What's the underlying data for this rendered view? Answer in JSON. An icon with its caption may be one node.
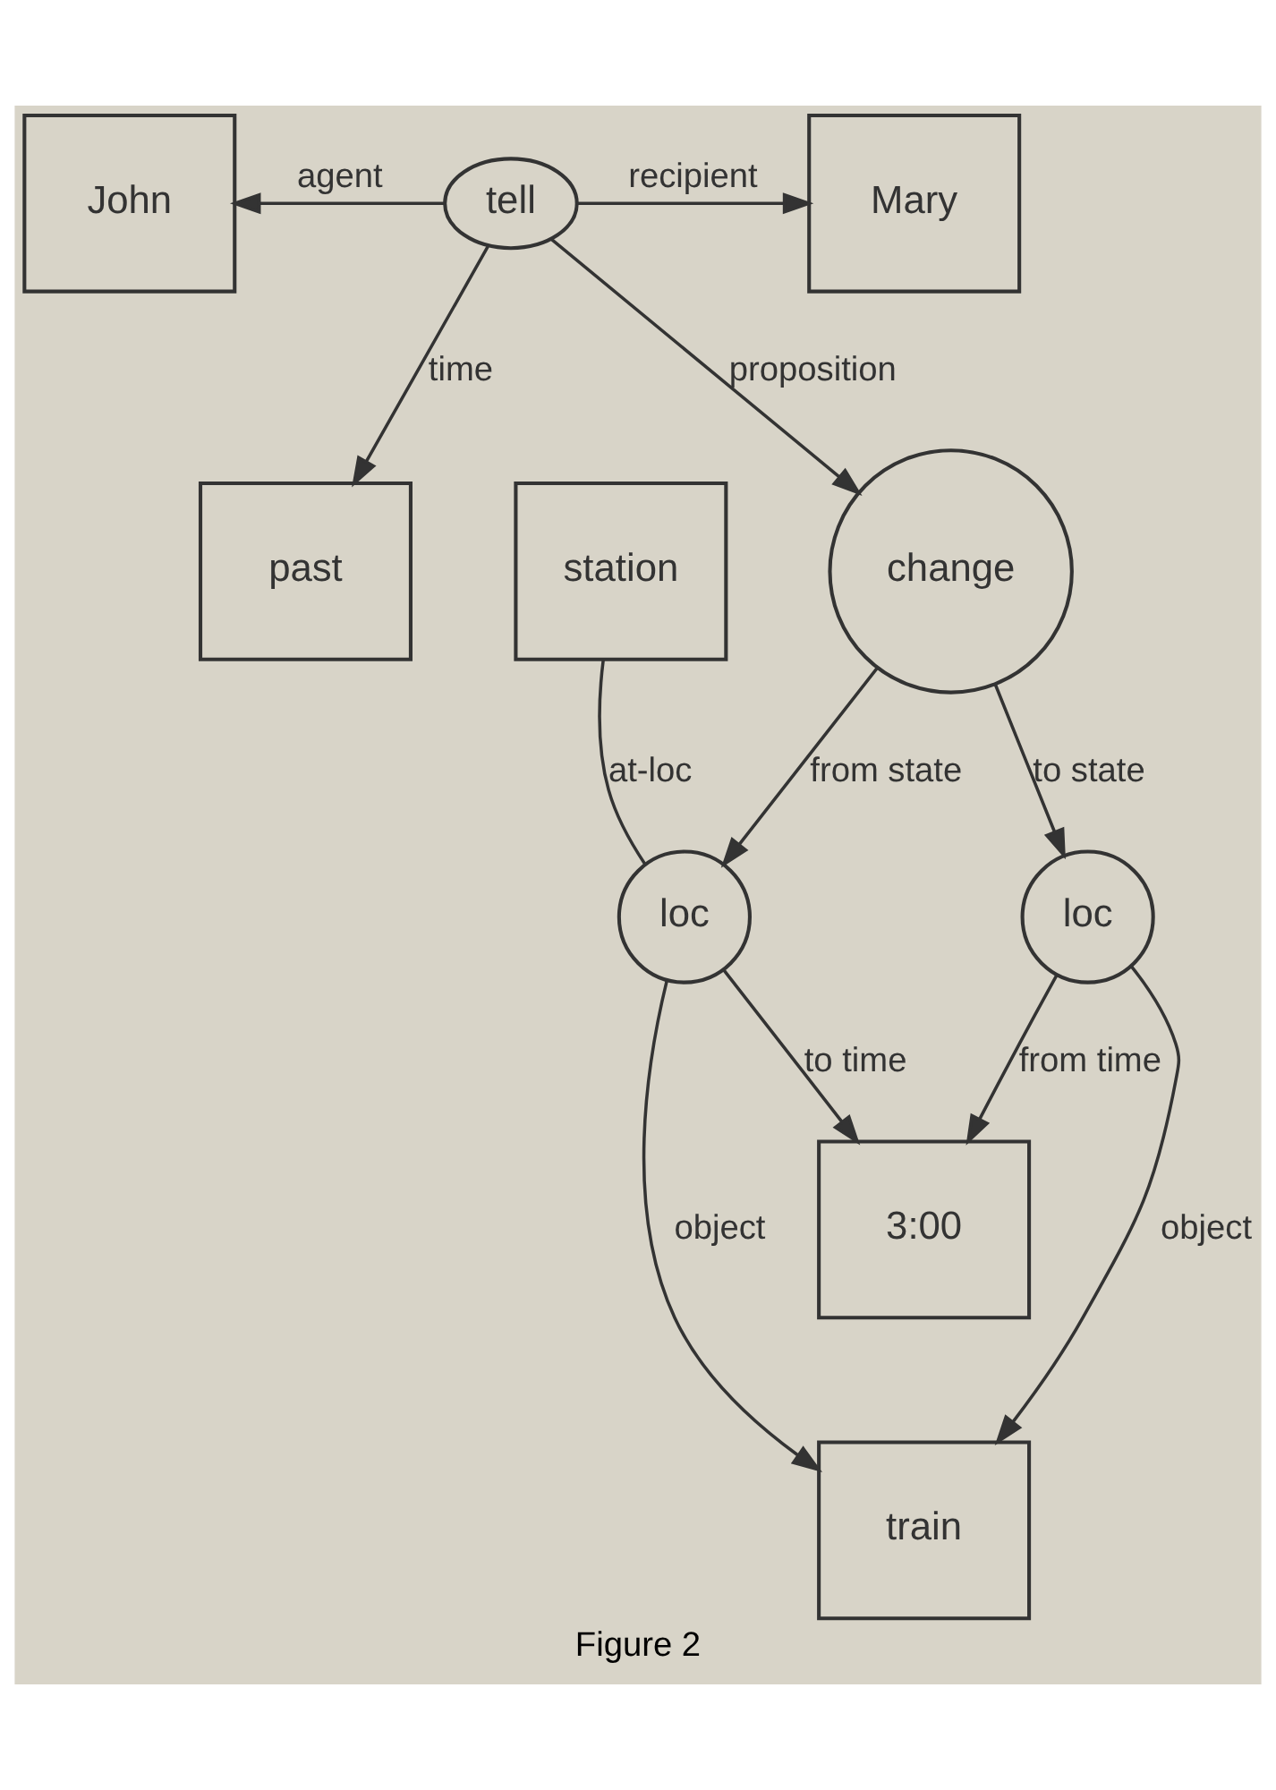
{
  "diagram": {
    "caption": "Figure 2",
    "nodes": [
      {
        "text": [
          "John"
        ]
      },
      {
        "text": [
          "tell"
        ]
      },
      {
        "text": [
          "Mary"
        ]
      },
      {
        "text": [
          "past"
        ]
      },
      {
        "text": [
          "station"
        ]
      },
      {
        "text": [
          "change"
        ]
      },
      {
        "text": [
          "loc"
        ]
      },
      {
        "text": [
          "loc"
        ]
      },
      {
        "text": [
          "3:00"
        ]
      },
      {
        "text": [
          "train"
        ]
      }
    ],
    "edges": [
      {
        "from": 1,
        "to": 0,
        "arrow": "to",
        "label": "agent"
      },
      {
        "from": 1,
        "to": 2,
        "arrow": "to",
        "label": "recipient"
      },
      {
        "from": 1,
        "to": 3,
        "arrow": "to",
        "label": "time"
      },
      {
        "from": 1,
        "to": 5,
        "arrow": "to",
        "label": "proposition"
      },
      {
        "from": 6,
        "to": 4,
        "arrow": "none",
        "label": "at-loc"
      },
      {
        "from": 5,
        "to": 6,
        "arrow": "to",
        "label": "from state"
      },
      {
        "from": 5,
        "to": 7,
        "arrow": "to",
        "label": "to state"
      },
      {
        "from": 6,
        "to": 8,
        "arrow": "to",
        "label": "to time"
      },
      {
        "from": 7,
        "to": 8,
        "arrow": "to",
        "label": "from time"
      },
      {
        "from": 6,
        "to": 9,
        "arrow": "to",
        "label": "object"
      },
      {
        "from": 7,
        "to": 9,
        "arrow": "to",
        "label": "object"
      }
    ]
  }
}
